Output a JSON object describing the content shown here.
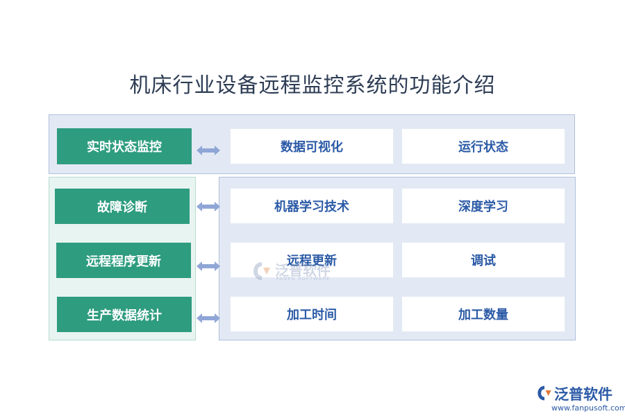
{
  "title": "机床行业设备远程监控系统的功能介绍",
  "rows": [
    {
      "category": "实时状态监控",
      "items": [
        "数据可视化",
        "运行状态"
      ]
    },
    {
      "category": "故障诊断",
      "items": [
        "机器学习技术",
        "深度学习"
      ]
    },
    {
      "category": "远程程序更新",
      "items": [
        "远程更新",
        "调试"
      ]
    },
    {
      "category": "生产数据统计",
      "items": [
        "加工时间",
        "加工数量"
      ]
    }
  ],
  "watermark": {
    "name": "泛普软件",
    "sub": "FANPU SOFTWARE"
  },
  "logo": {
    "name": "泛普软件",
    "url": "www.fanpusoft.com"
  },
  "colors": {
    "green": "#2e9c7f",
    "item_text": "#2b5aa6",
    "arrow": "#8fa6d6"
  }
}
